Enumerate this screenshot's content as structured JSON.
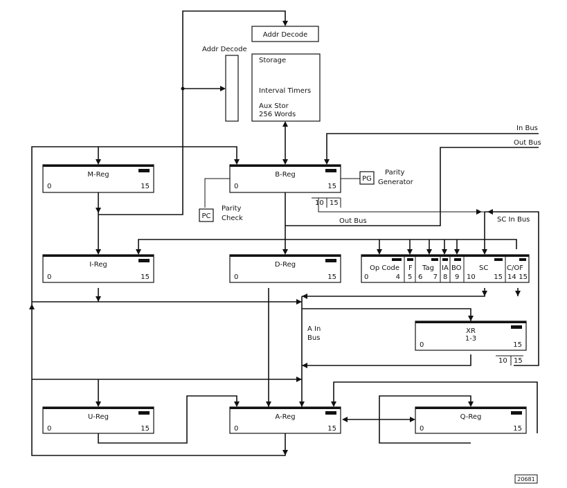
{
  "registers": {
    "m_reg": {
      "name": "M-Reg",
      "lo": "0",
      "hi": "15"
    },
    "b_reg": {
      "name": "B-Reg",
      "lo": "0",
      "hi": "15"
    },
    "i_reg": {
      "name": "I-Reg",
      "lo": "0",
      "hi": "15"
    },
    "d_reg": {
      "name": "D-Reg",
      "lo": "0",
      "hi": "15"
    },
    "u_reg": {
      "name": "U-Reg",
      "lo": "0",
      "hi": "15"
    },
    "a_reg": {
      "name": "A-Reg",
      "lo": "0",
      "hi": "15"
    },
    "q_reg": {
      "name": "Q-Reg",
      "lo": "0",
      "hi": "15"
    },
    "xr": {
      "name": "XR",
      "sub": "1-3",
      "lo": "0",
      "hi": "15"
    }
  },
  "storage": {
    "addr_decode_top": "Addr Decode",
    "addr_decode_side": "Addr Decode",
    "storage": "Storage",
    "interval_timers": "Interval Timers",
    "aux_stor_1": "Aux Stor",
    "aux_stor_2": "256 Words"
  },
  "control_word": {
    "fields": [
      {
        "name": "Op Code",
        "lo": "0",
        "hi": "4"
      },
      {
        "name": "F",
        "lo": "5",
        "hi": ""
      },
      {
        "name": "Tag",
        "lo": "6",
        "hi": "7"
      },
      {
        "name": "IA",
        "lo": "8",
        "hi": ""
      },
      {
        "name": "BO",
        "lo": "9",
        "hi": ""
      },
      {
        "name": "SC",
        "lo": "10",
        "hi": "15"
      },
      {
        "name": "C/OF",
        "lo": "14",
        "hi": "15"
      }
    ]
  },
  "labels": {
    "in_bus": "In Bus",
    "out_bus_right": "Out Bus",
    "out_bus_mid": "Out Bus",
    "sc_in_bus": "SC In Bus",
    "a_in_bus_1": "A In",
    "a_in_bus_2": "Bus",
    "parity_gen_box": "PG",
    "parity_gen_1": "Parity",
    "parity_gen_2": "Generator",
    "parity_check_box": "PC",
    "parity_check_1": "Parity",
    "parity_check_2": "Check",
    "b_tap_10": "10",
    "b_tap_15": "15",
    "xr_tap_10": "10",
    "xr_tap_15": "15",
    "figure_number": "20681"
  }
}
